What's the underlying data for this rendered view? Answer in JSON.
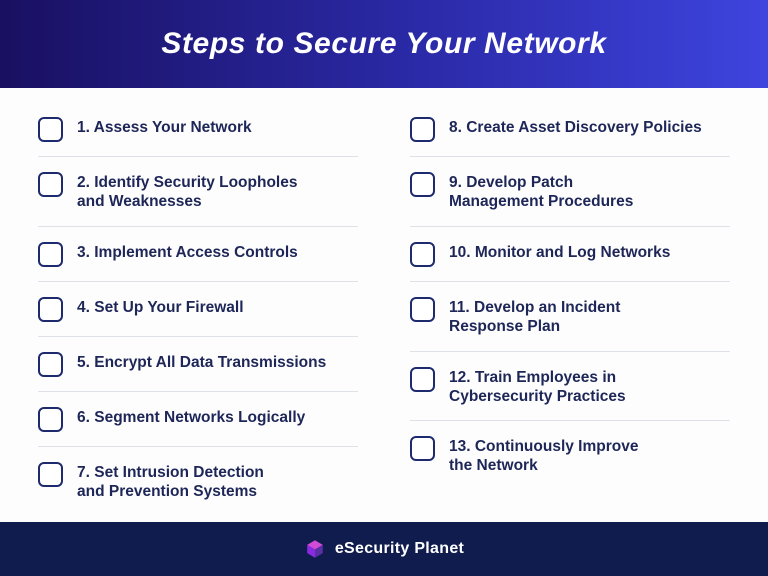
{
  "header": {
    "title": "Steps to Secure Your Network"
  },
  "checklist": {
    "left": [
      {
        "label": "1. Assess Your Network"
      },
      {
        "label": "2. Identify Security Loopholes\nand Weaknesses"
      },
      {
        "label": "3. Implement Access Controls"
      },
      {
        "label": "4. Set Up Your Firewall"
      },
      {
        "label": "5. Encrypt All Data Transmissions"
      },
      {
        "label": "6. Segment Networks Logically"
      },
      {
        "label": "7. Set Intrusion Detection\nand Prevention Systems"
      }
    ],
    "right": [
      {
        "label": "8. Create Asset Discovery Policies"
      },
      {
        "label": "9. Develop Patch\nManagement Procedures"
      },
      {
        "label": "10. Monitor and Log Networks"
      },
      {
        "label": "11. Develop an Incident\nResponse Plan"
      },
      {
        "label": "12. Train Employees in\nCybersecurity Practices"
      },
      {
        "label": "13. Continuously Improve\nthe Network"
      }
    ]
  },
  "footer": {
    "brand": "eSecurity Planet"
  },
  "colors": {
    "banner_gradient_left": "#191061",
    "banner_gradient_right": "#3e44de",
    "item_text": "#1d2657",
    "checkbox_border": "#1d2a6e",
    "divider": "#dfe1e9",
    "footer_bg": "#101c4e",
    "logo_pink": "#d24bd8",
    "logo_purple_left": "#8a2be2",
    "logo_purple_right": "#5b2ea6"
  }
}
